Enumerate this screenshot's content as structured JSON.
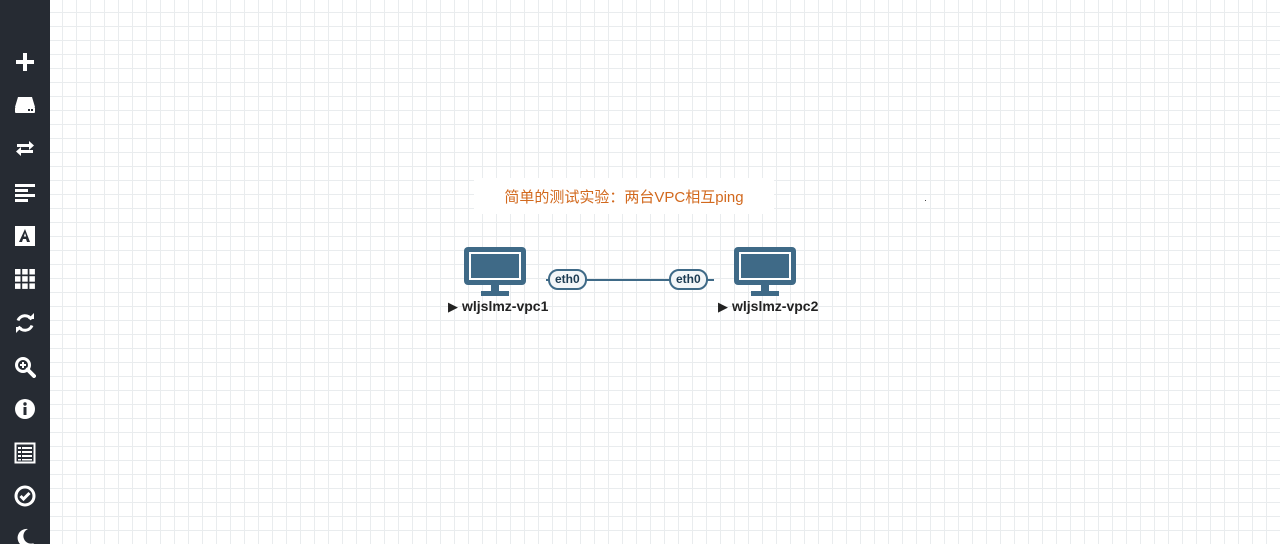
{
  "sidebar": {
    "items": [
      {
        "icon": "plus-icon"
      },
      {
        "icon": "hard-drive-icon"
      },
      {
        "icon": "exchange-arrows-icon"
      },
      {
        "icon": "align-left-icon"
      },
      {
        "icon": "text-icon"
      },
      {
        "icon": "grid-icon"
      },
      {
        "icon": "refresh-icon"
      },
      {
        "icon": "zoom-icon"
      },
      {
        "icon": "info-icon"
      },
      {
        "icon": "list-icon"
      },
      {
        "icon": "check-circle-icon"
      },
      {
        "icon": "moon-icon"
      }
    ]
  },
  "topology": {
    "note": "简单的测试实验：两台VPC相互ping",
    "nodes": [
      {
        "name": "wljslmz-vpc1",
        "interface": "eth0"
      },
      {
        "name": "wljslmz-vpc2",
        "interface": "eth0"
      }
    ],
    "colors": {
      "node": "#3f6a87",
      "note_text": "#d2691e",
      "sidebar": "#262b33"
    }
  }
}
